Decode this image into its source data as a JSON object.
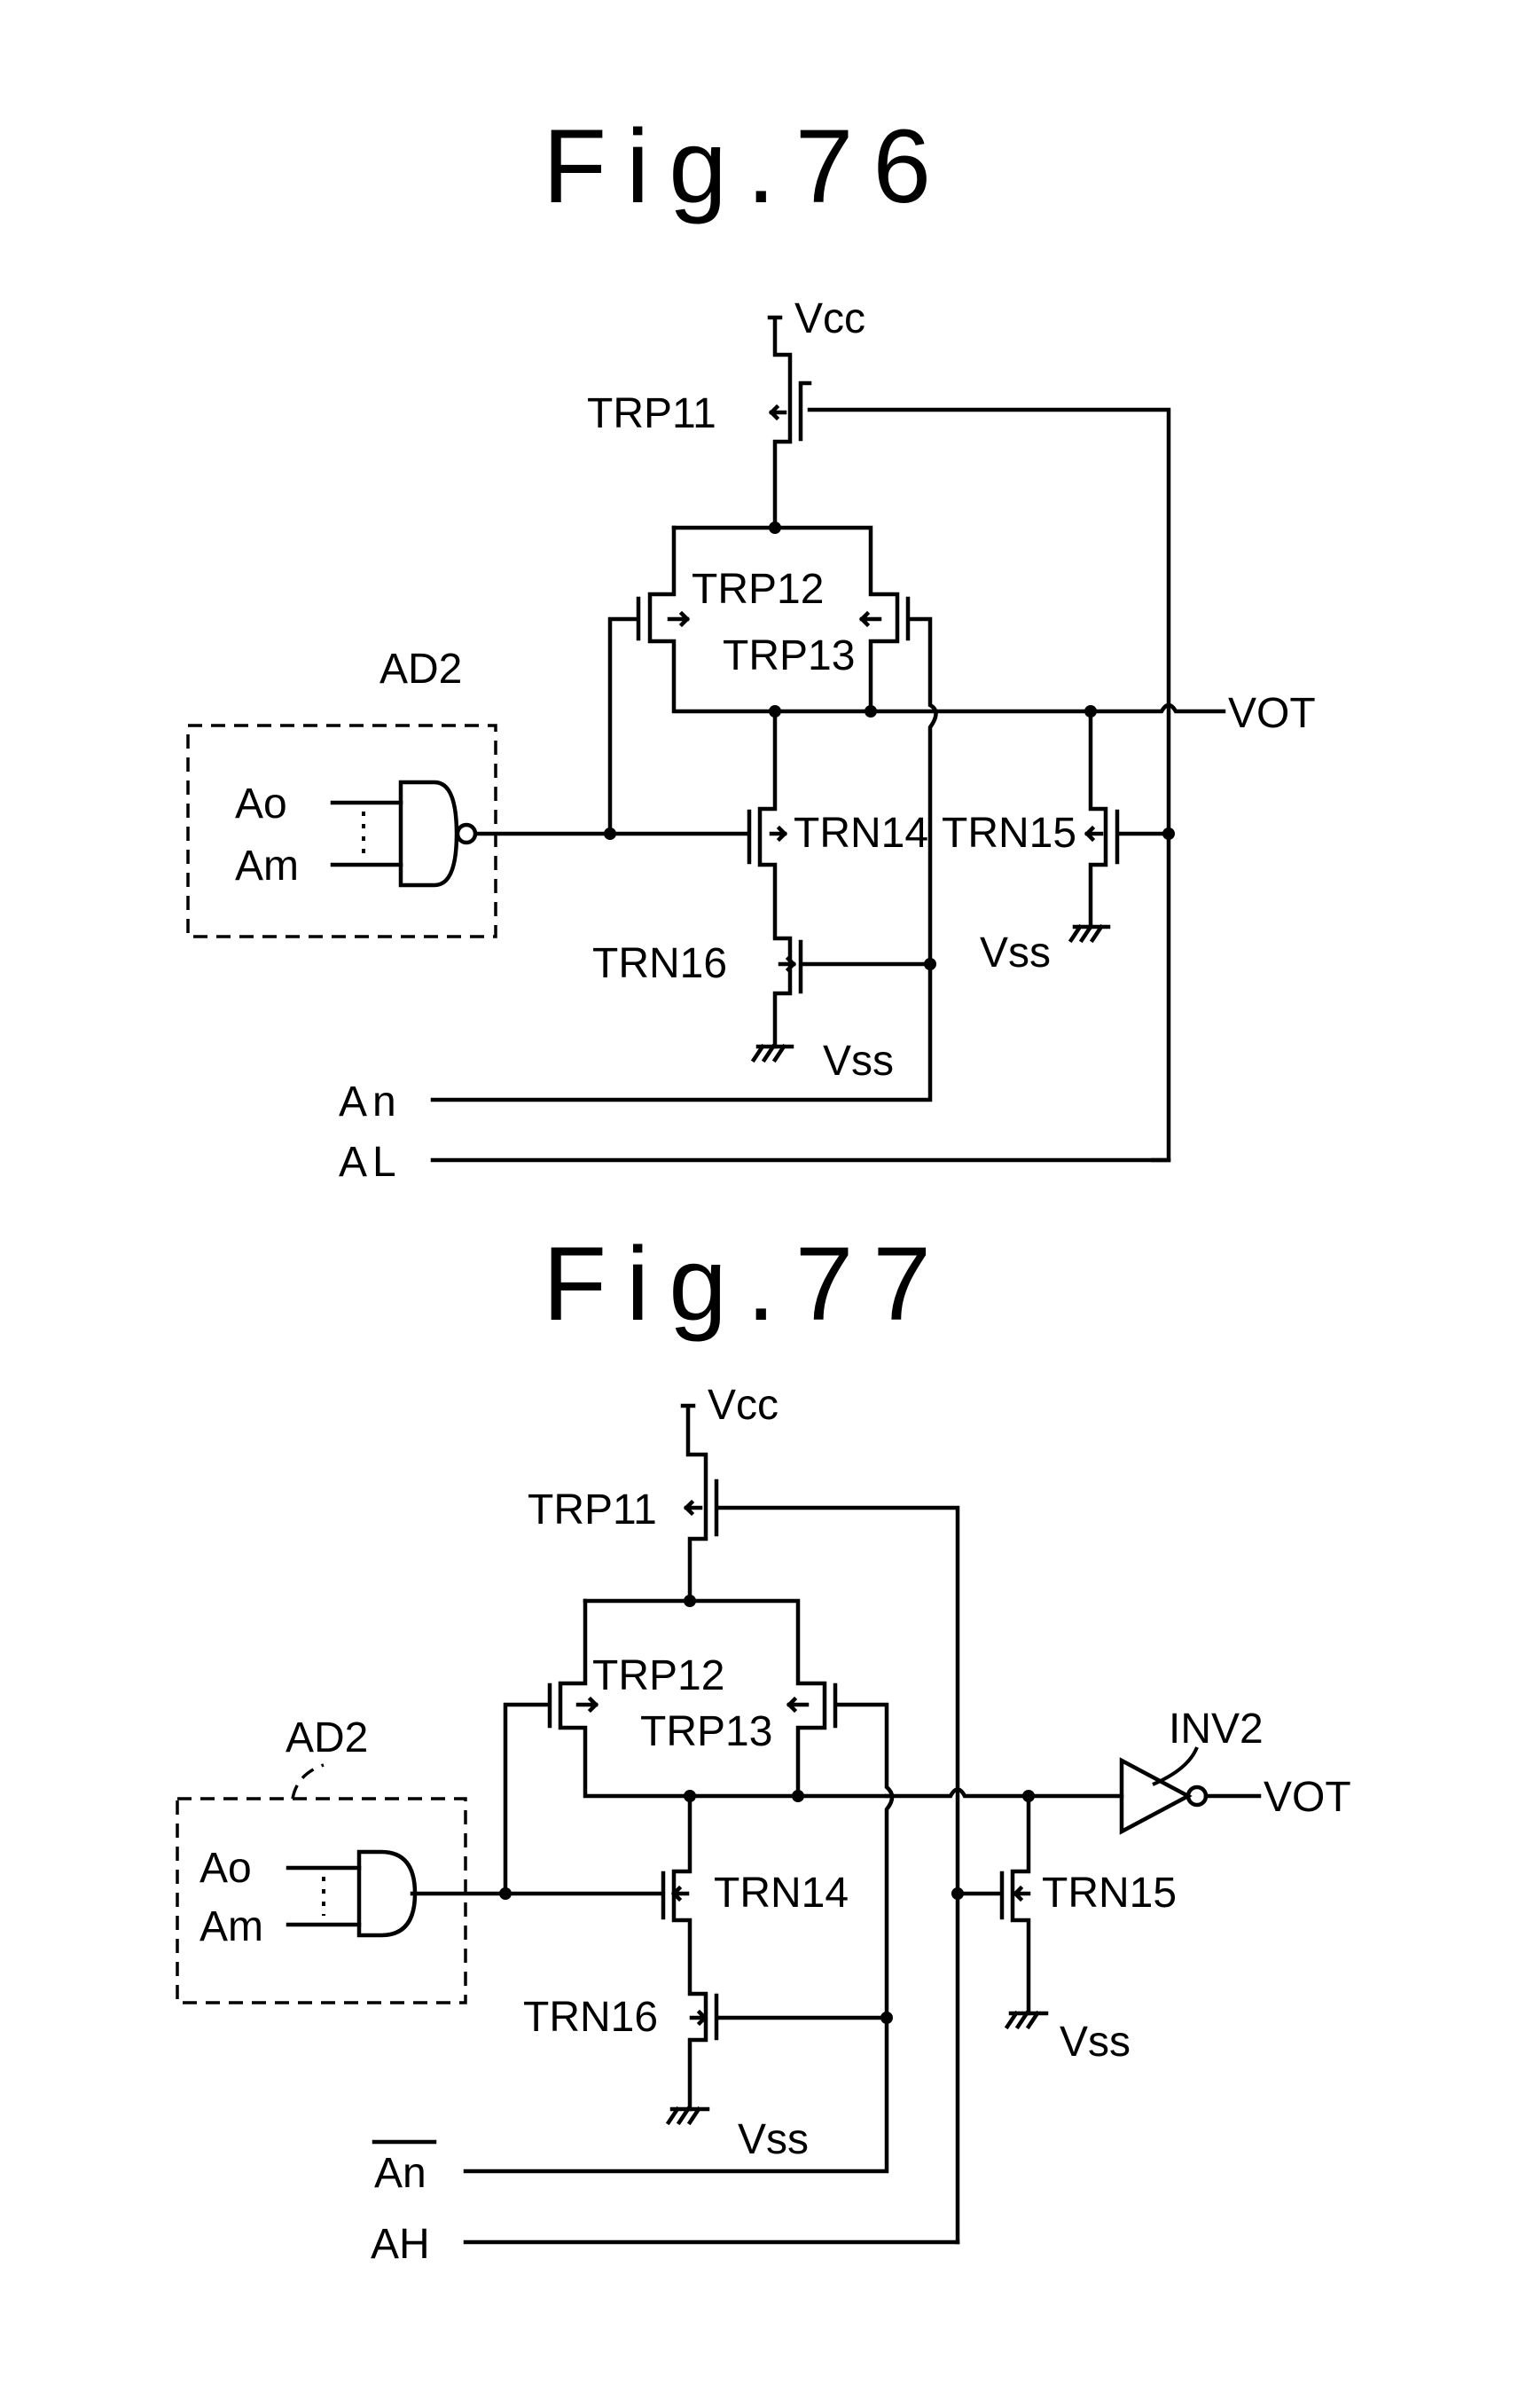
{
  "fig76": {
    "title": "Fig.76",
    "labels": {
      "vcc": "Vcc",
      "trp11": "TRP11",
      "trp12": "TRP12",
      "trp13": "TRP13",
      "trn14": "TRN14",
      "trn15": "TRN15",
      "trn16": "TRN16",
      "vss_a": "Vss",
      "vss_b": "Vss",
      "vot": "VOT",
      "ad2": "AD2",
      "ao": "Ao",
      "am": "Am",
      "an": "An",
      "al": "AL"
    }
  },
  "fig77": {
    "title": "Fig.77",
    "labels": {
      "vcc": "Vcc",
      "trp11": "TRP11",
      "trp12": "TRP12",
      "trp13": "TRP13",
      "trn14": "TRN14",
      "trn15": "TRN15",
      "trn16": "TRN16",
      "vss_a": "Vss",
      "vss_b": "Vss",
      "inv2": "INV2",
      "vot": "VOT",
      "ad2": "AD2",
      "ao": "Ao",
      "am": "Am",
      "an_bar": "An",
      "ah": "AH"
    }
  }
}
